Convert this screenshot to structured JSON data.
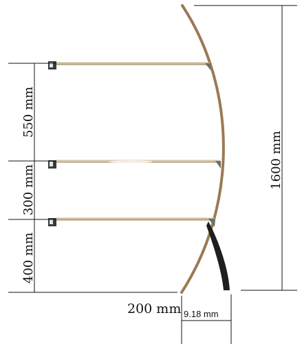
{
  "diagram": {
    "colors": {
      "frame_wood": "#9b7a53",
      "frame_dark": "#1f1f1f",
      "shelf": "#d8cbb2",
      "line": "#111111",
      "clip": "#3a3a3a"
    },
    "dimensions": {
      "shelf_gap_top": "550 mm",
      "shelf_gap_middle": "300 mm",
      "shelf_gap_bottom": "400 mm",
      "total_height": "1600 mm",
      "base_width": "200 mm",
      "base_offset": "9.18 mm"
    },
    "icons": {
      "shelf_bracket": "wall-bracket-icon"
    }
  }
}
